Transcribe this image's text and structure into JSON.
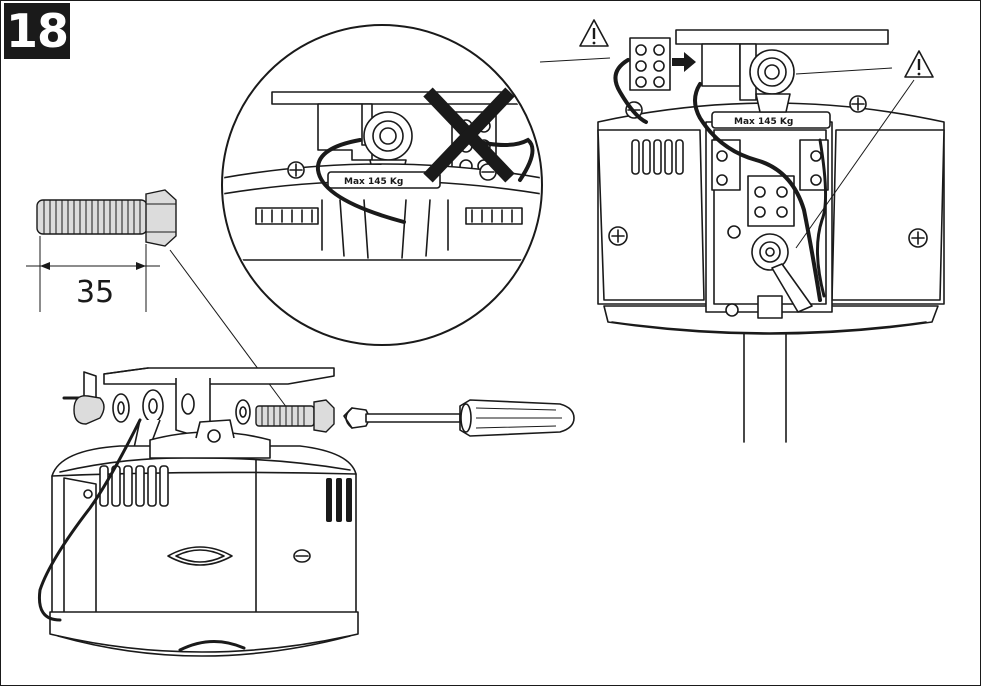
{
  "step": {
    "number": "18"
  },
  "screw": {
    "length_label": "35"
  },
  "labels": {
    "max_load_center": "Max 145 Kg",
    "max_load_right": "Max 145 Kg"
  },
  "icons": [
    "warning-icon",
    "warning-icon",
    "incorrect-x-icon",
    "arrow-right-icon"
  ],
  "colors": {
    "line": "#1a1a1a",
    "background": "#ffffff"
  }
}
